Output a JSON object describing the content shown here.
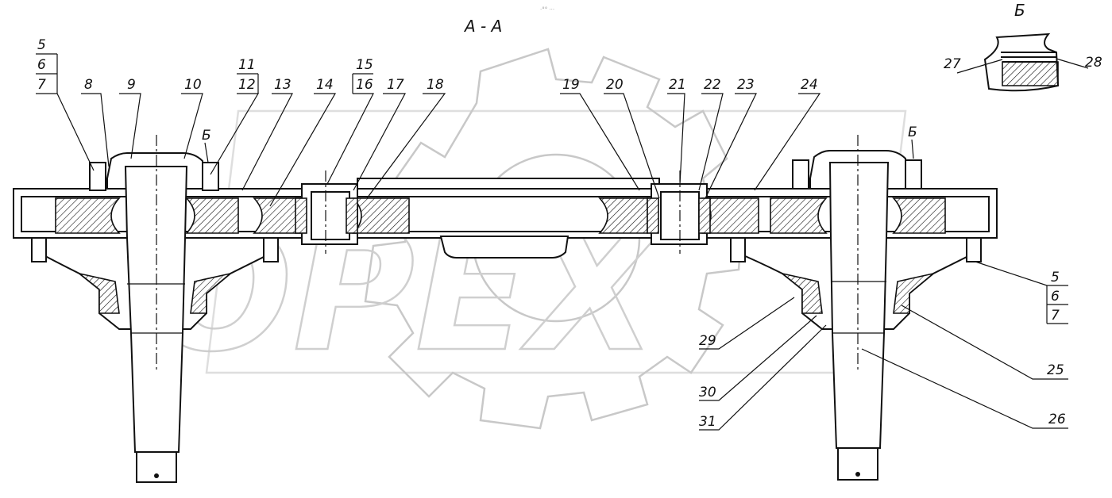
{
  "section_title": "А - А",
  "detail_title": "Б",
  "watermark_text": "OPEX",
  "callouts": {
    "top": [
      {
        "id": "c5",
        "text": "5"
      },
      {
        "id": "c6",
        "text": "6"
      },
      {
        "id": "c7",
        "text": "7"
      },
      {
        "id": "c8",
        "text": "8"
      },
      {
        "id": "c9",
        "text": "9"
      },
      {
        "id": "c10",
        "text": "10"
      },
      {
        "id": "c11",
        "text": "11"
      },
      {
        "id": "c12",
        "text": "12"
      },
      {
        "id": "c13",
        "text": "13"
      },
      {
        "id": "c14",
        "text": "14"
      },
      {
        "id": "c15",
        "text": "15"
      },
      {
        "id": "c16",
        "text": "16"
      },
      {
        "id": "c17",
        "text": "17"
      },
      {
        "id": "c18",
        "text": "18"
      },
      {
        "id": "c19",
        "text": "19"
      },
      {
        "id": "c20",
        "text": "20"
      },
      {
        "id": "c21",
        "text": "21"
      },
      {
        "id": "c22",
        "text": "22"
      },
      {
        "id": "c23",
        "text": "23"
      },
      {
        "id": "c24",
        "text": "24"
      }
    ],
    "right": [
      {
        "id": "r5",
        "text": "5"
      },
      {
        "id": "r6",
        "text": "6"
      },
      {
        "id": "r7",
        "text": "7"
      },
      {
        "id": "r25",
        "text": "25"
      },
      {
        "id": "r26",
        "text": "26"
      },
      {
        "id": "r29",
        "text": "29"
      },
      {
        "id": "r30",
        "text": "30"
      },
      {
        "id": "r31",
        "text": "31"
      }
    ],
    "detail": [
      {
        "id": "d27",
        "text": "27"
      },
      {
        "id": "d28",
        "text": "28"
      }
    ],
    "view_marks": [
      {
        "id": "vb1",
        "text": "Б"
      },
      {
        "id": "vb2",
        "text": "Б"
      }
    ]
  }
}
